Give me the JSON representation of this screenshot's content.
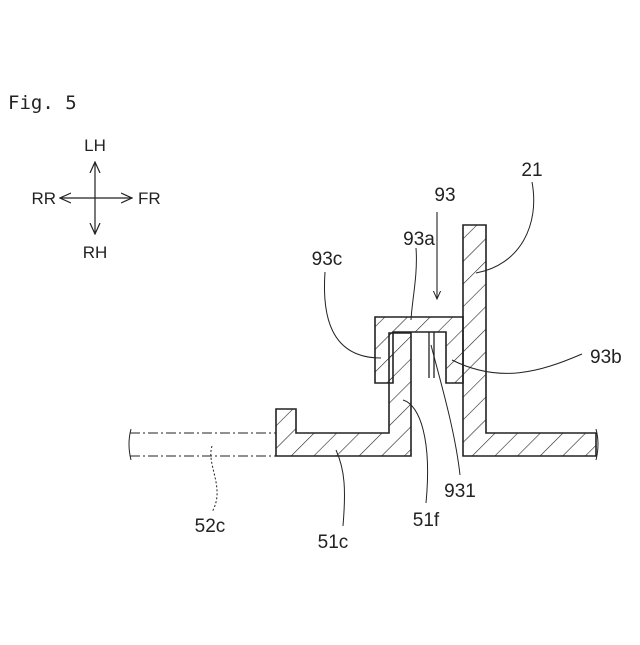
{
  "figure": {
    "title": "Fig. 5"
  },
  "compass": {
    "up": "LH",
    "down": "RH",
    "left": "RR",
    "right": "FR"
  },
  "labels": {
    "l21": "21",
    "l93": "93",
    "l93a": "93a",
    "l93b": "93b",
    "l93c": "93c",
    "l931": "931",
    "l51f": "51f",
    "l51c": "51c",
    "l52c": "52c"
  },
  "colors": {
    "line": "#222222",
    "background": "#ffffff"
  }
}
